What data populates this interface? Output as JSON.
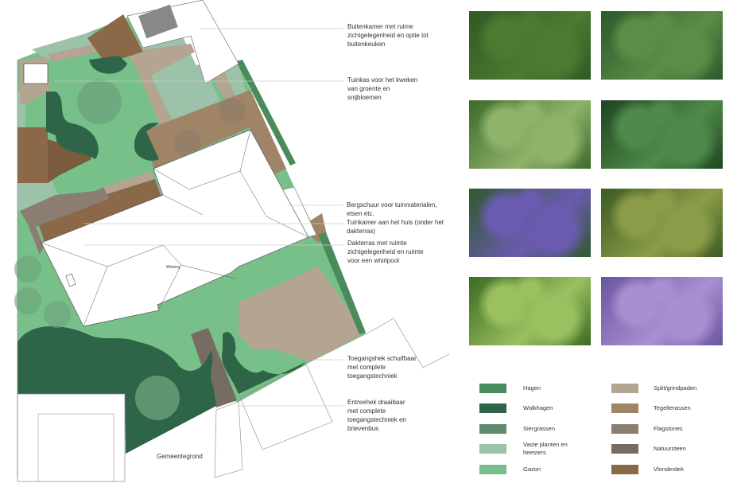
{
  "plan": {
    "house_label": "Woning",
    "street_label": "Gemeentegrond"
  },
  "annotations": [
    {
      "text": "Buitenkamer met ruime\nzichtgelegenheid en optie tot\nbuitenkeuken"
    },
    {
      "text": "Tuinkas voor het kweken\nvan groente en\nsnijbloemen"
    },
    {
      "text": "Bergschuur voor tuinmaterialen,\n etsen etc."
    },
    {
      "text": "Tuinkamer aan het huis (onder het\ndakterras)"
    },
    {
      "text": "Dakterras met ruimte\nzichtgelegenheid en ruimte\nvoor een whirlpool"
    },
    {
      "text": "Toegangshek schuifbaar\nmet complete\ntoegangstechniek"
    },
    {
      "text": "Entreehek draaibaar\nmet complete\ntoegangstechniek en\nbrievenbus"
    }
  ],
  "photos": [
    {
      "name": "buxus-balls",
      "colors": [
        "#2f5a25",
        "#4d7a30"
      ]
    },
    {
      "name": "fatsia",
      "colors": [
        "#2a5a2a",
        "#5d8c48"
      ]
    },
    {
      "name": "grasses",
      "colors": [
        "#3b6a2b",
        "#8fb36a"
      ]
    },
    {
      "name": "pachysandra",
      "colors": [
        "#1e4420",
        "#4f8a4a"
      ]
    },
    {
      "name": "liriope",
      "colors": [
        "#2f5a2c",
        "#6a5bb0"
      ]
    },
    {
      "name": "cloud-hedge",
      "colors": [
        "#3c5a22",
        "#8a9c48"
      ]
    },
    {
      "name": "bamboo",
      "colors": [
        "#3a6a22",
        "#9ac060"
      ]
    },
    {
      "name": "lavender",
      "colors": [
        "#6a55a0",
        "#a88fd0"
      ]
    }
  ],
  "legend": {
    "left": [
      {
        "label": "Hagen",
        "color": "#4a8b5c"
      },
      {
        "label": "Wolkhagen",
        "color": "#2e6549"
      },
      {
        "label": "Siergrassen",
        "color": "#5f8c6e"
      },
      {
        "label": "Vaste planten en\nheesters",
        "color": "#9cc2aa"
      },
      {
        "label": "Gazon",
        "color": "#78c08a"
      }
    ],
    "right": [
      {
        "label": "Split/grindpaden",
        "color": "#b3a591"
      },
      {
        "label": "Tegelterassen",
        "color": "#a08468"
      },
      {
        "label": "Flagstones",
        "color": "#8b7d70"
      },
      {
        "label": "Natuursteen",
        "color": "#776c62"
      },
      {
        "label": " Vlonderdek",
        "color": "#8a6848"
      }
    ]
  }
}
